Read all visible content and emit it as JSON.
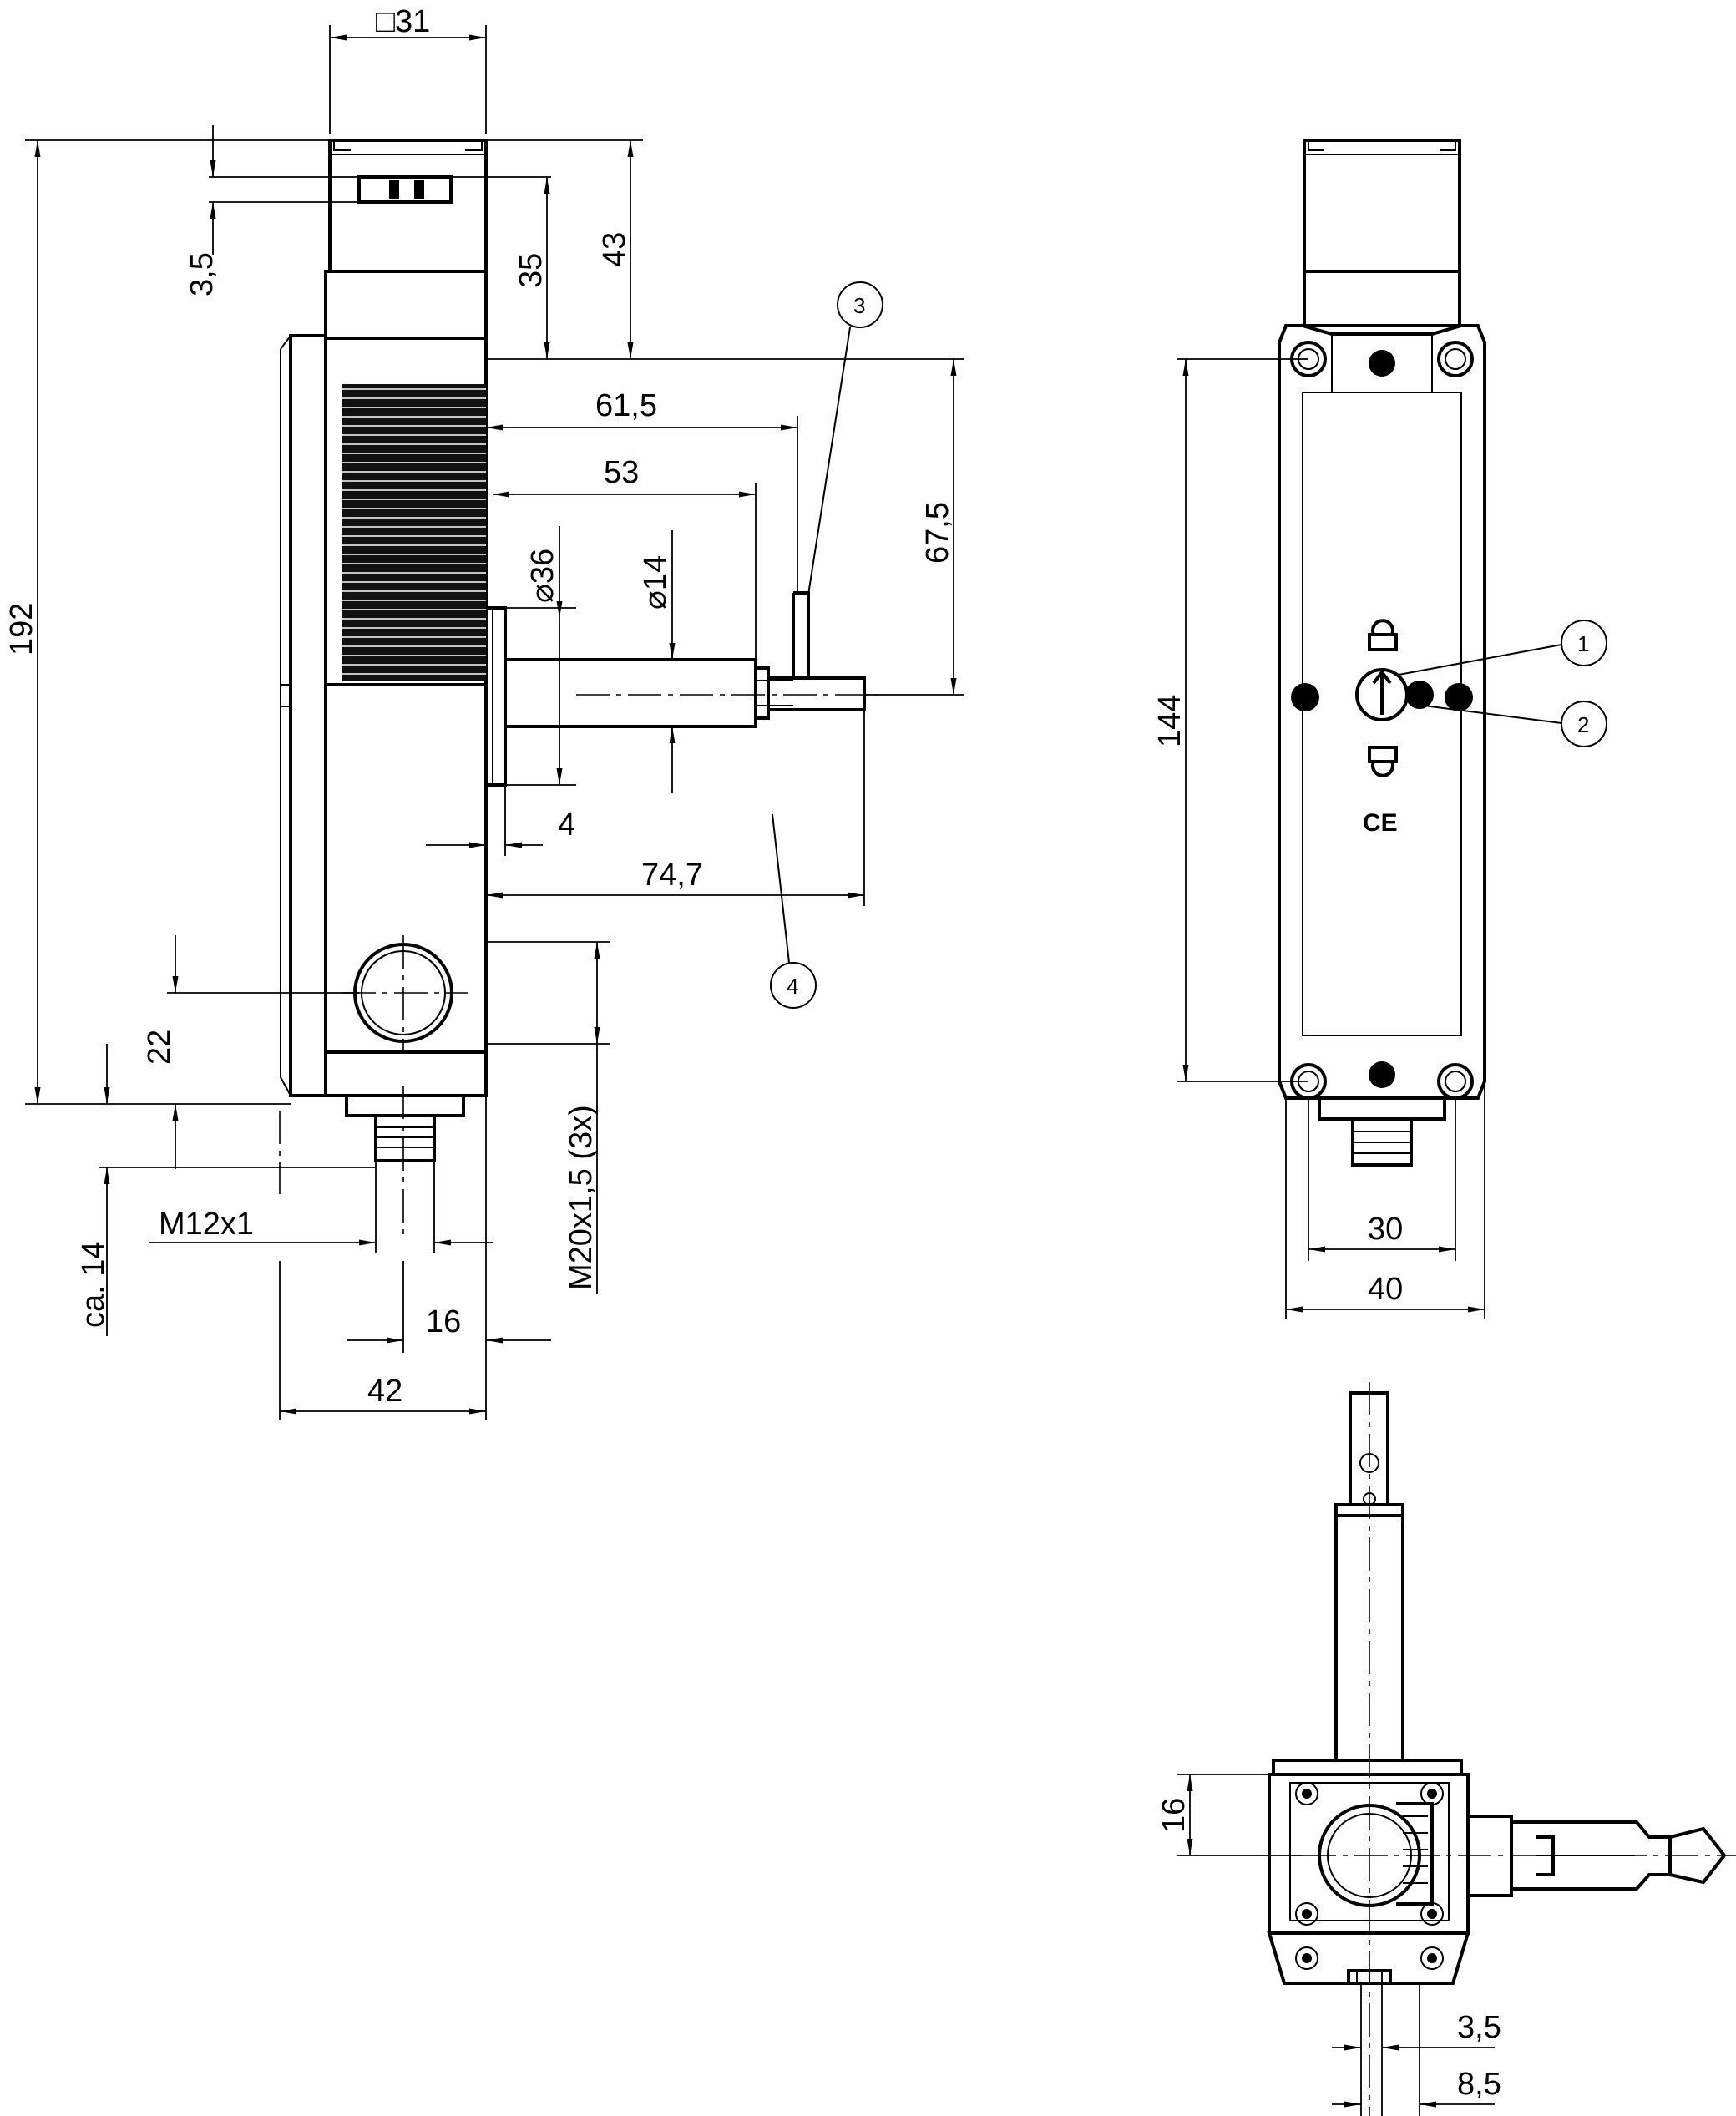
{
  "dimensions": {
    "square_31": "□31",
    "d_3_5_top": "3,5",
    "d_35": "35",
    "d_43": "43",
    "d_192": "192",
    "d_61_5": "61,5",
    "d_53": "53",
    "d_67_5": "67,5",
    "d_dia36": "⌀36",
    "d_dia14": "⌀14",
    "d_4": "4",
    "d_74_7": "74,7",
    "d_22": "22",
    "d_m12": "M12x1",
    "d_m20": "M20x1,5 (3x)",
    "d_ca14": "ca. 14",
    "d_16_side": "16",
    "d_42": "42",
    "d_144": "144",
    "d_30": "30",
    "d_40": "40",
    "d_16_bottom": "16",
    "d_3_5_bottom": "3,5",
    "d_8_5": "8,5"
  },
  "callouts": [
    "1",
    "2",
    "3",
    "4"
  ],
  "marks": {
    "ce": "CE"
  }
}
